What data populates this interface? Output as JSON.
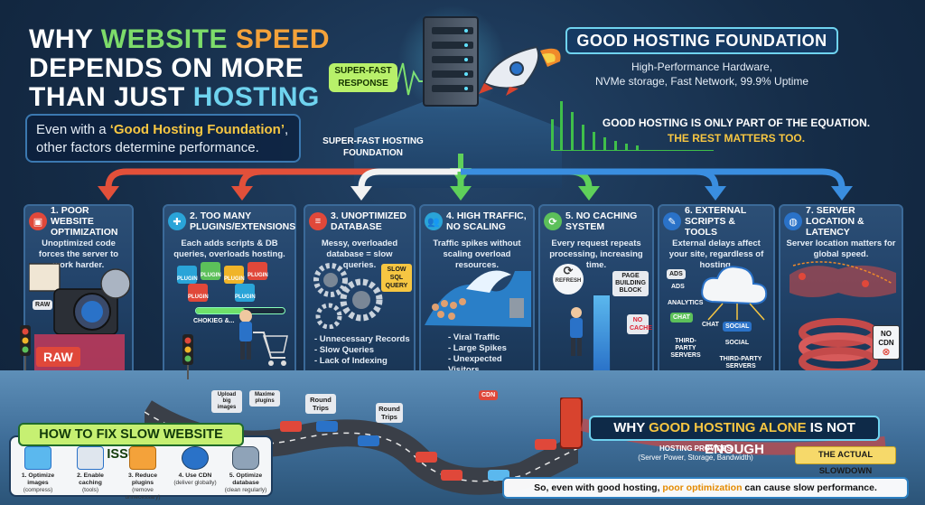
{
  "header": {
    "title_l1_a": "WHY ",
    "title_l1_b": "WEBSITE ",
    "title_l1_c": "SPEED",
    "title_l2": "DEPENDS ON MORE",
    "title_l3_a": "THAN JUST ",
    "title_l3_b": "HOSTING",
    "intro_a": "Even with a ",
    "intro_b": "‘Good Hosting Foundation’",
    "intro_c": ", other factors determine performance."
  },
  "server": {
    "fast_response": "SUPER-FAST RESPONSE",
    "foundation_label": "SUPER-FAST HOSTING FOUNDATION"
  },
  "good_hosting": {
    "title": "GOOD HOSTING FOUNDATION",
    "desc_l1": "High-Performance Hardware,",
    "desc_l2": "NVMe storage, Fast Network, 99.9% Uptime",
    "eq_a": "GOOD HOSTING IS ONLY PART OF THE EQUATION.",
    "eq_b": "THE REST MATTERS TOO."
  },
  "panels": [
    {
      "num": "1.",
      "title": "POOR WEBSITE OPTIMIZATION",
      "desc": "Unoptimized code forces the server to work harder.",
      "color": "#e0483a",
      "tags": [
        "RAW",
        "RAW"
      ]
    },
    {
      "num": "2.",
      "title": "TOO MANY PLUGINS/EXTENSIONS",
      "desc": "Each adds scripts & DB queries, overloads hosting.",
      "color": "#2aa4d8",
      "tags": [
        "PLUGIN",
        "PLUGIN",
        "PLUGIN",
        "PLUGIN",
        "PLUGIN",
        "PLUGIN",
        "CHOKIEG &..."
      ]
    },
    {
      "num": "3.",
      "title": "UNOPTIMIZED DATABASE",
      "desc": "Messy, overloaded database = slow queries.",
      "color": "#e0483a",
      "tags": [
        "SLOW SQL QUERY"
      ],
      "bullets": [
        "- Unnecessary Records",
        "- Slow Queries",
        "- Lack of Indexing"
      ]
    },
    {
      "num": "4.",
      "title": "HIGH TRAFFIC, NO SCALING",
      "desc": "Traffic spikes without scaling overload resources.",
      "color": "#2aa4d8",
      "bullets": [
        "- Viral Traffic",
        "- Large Spikes",
        "- Unexpected",
        "  Visitors."
      ]
    },
    {
      "num": "5.",
      "title": "NO CACHING SYSTEM",
      "desc": "Every request repeats processing, increasing time.",
      "color": "#5cc05a",
      "tags": [
        "REFRESH",
        "PAGE BUILDING BLOCK",
        "NO CACHE"
      ]
    },
    {
      "num": "6.",
      "title": "EXTERNAL SCRIPTS & TOOLS",
      "desc": "External delays affect your site, regardless of hosting.",
      "color": "#2a72c8",
      "tags": [
        "ADS",
        "ADS",
        "ANALYTICS",
        "CHAT",
        "CHAT",
        "THIRD-PARTY SERVERS",
        "SOCIAL",
        "SOCIAL",
        "THIRD-PARTY SERVERS"
      ]
    },
    {
      "num": "7.",
      "title": "SERVER LOCATION & LATENCY",
      "desc": "Server location matters for global speed.",
      "color": "#2a72c8",
      "tags": [
        "NO CDN"
      ]
    }
  ],
  "road_signs": [
    "Round Trips",
    "Round Trips",
    "CDN",
    "Upload big images",
    "Maxime plugins"
  ],
  "fix": {
    "title": "HOW TO FIX SLOW WEBSITE ISSUES",
    "items": [
      {
        "label": "1. Optimize images",
        "sub": "(compress)",
        "icon": "image-icon"
      },
      {
        "label": "2. Enable caching",
        "sub": "(tools)",
        "icon": "cache-icon"
      },
      {
        "label": "3. Reduce plugins",
        "sub": "(remove unnecessary)",
        "icon": "plugin-icon"
      },
      {
        "label": "4. Use CDN",
        "sub": "(deliver globally)",
        "icon": "globe-icon"
      },
      {
        "label": "5. Optimize database",
        "sub": "(clean regularly)",
        "icon": "database-icon"
      }
    ]
  },
  "why": {
    "title_a": "WHY ",
    "title_b": "GOOD HOSTING ALONE ",
    "title_c": "IS NOT ENOUGH",
    "provides_l1": "HOSTING PROVIDES",
    "provides_l2": "(Server Power, Storage, Bandwidth)",
    "slowdown": "THE ACTUAL SLOWDOWN",
    "so_a": "So, even with good hosting, ",
    "so_b": "poor optimization",
    "so_c": " can cause slow performance."
  }
}
